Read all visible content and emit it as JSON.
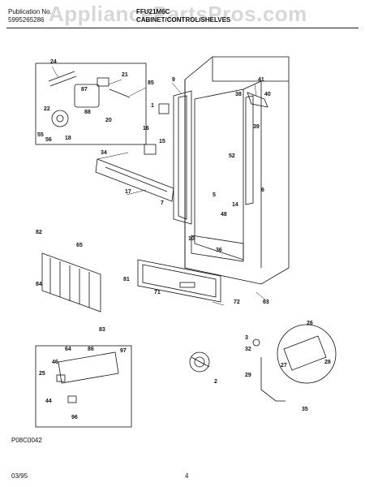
{
  "header": {
    "publication_label": "Publication No.",
    "publication_number": "5995265286",
    "model": "FFU21M6C",
    "section_title": "CABINET/CONTROL/SHELVES"
  },
  "watermark": "AppliancePartsPros.com",
  "footer": {
    "date": "03/95",
    "page": "4",
    "drawing_code": "P08C0042"
  },
  "callouts": [
    "24",
    "21",
    "87",
    "85",
    "22",
    "56",
    "88",
    "18",
    "20",
    "55",
    "9",
    "41",
    "38",
    "40",
    "1",
    "39",
    "16",
    "15",
    "52",
    "34",
    "6",
    "5",
    "17",
    "7",
    "14",
    "48",
    "10",
    "36",
    "82",
    "65",
    "84",
    "81",
    "71",
    "72",
    "63",
    "83",
    "3",
    "26",
    "32",
    "27",
    "29",
    "28",
    "35",
    "86",
    "46",
    "64",
    "97",
    "25",
    "44",
    "96",
    "2"
  ]
}
